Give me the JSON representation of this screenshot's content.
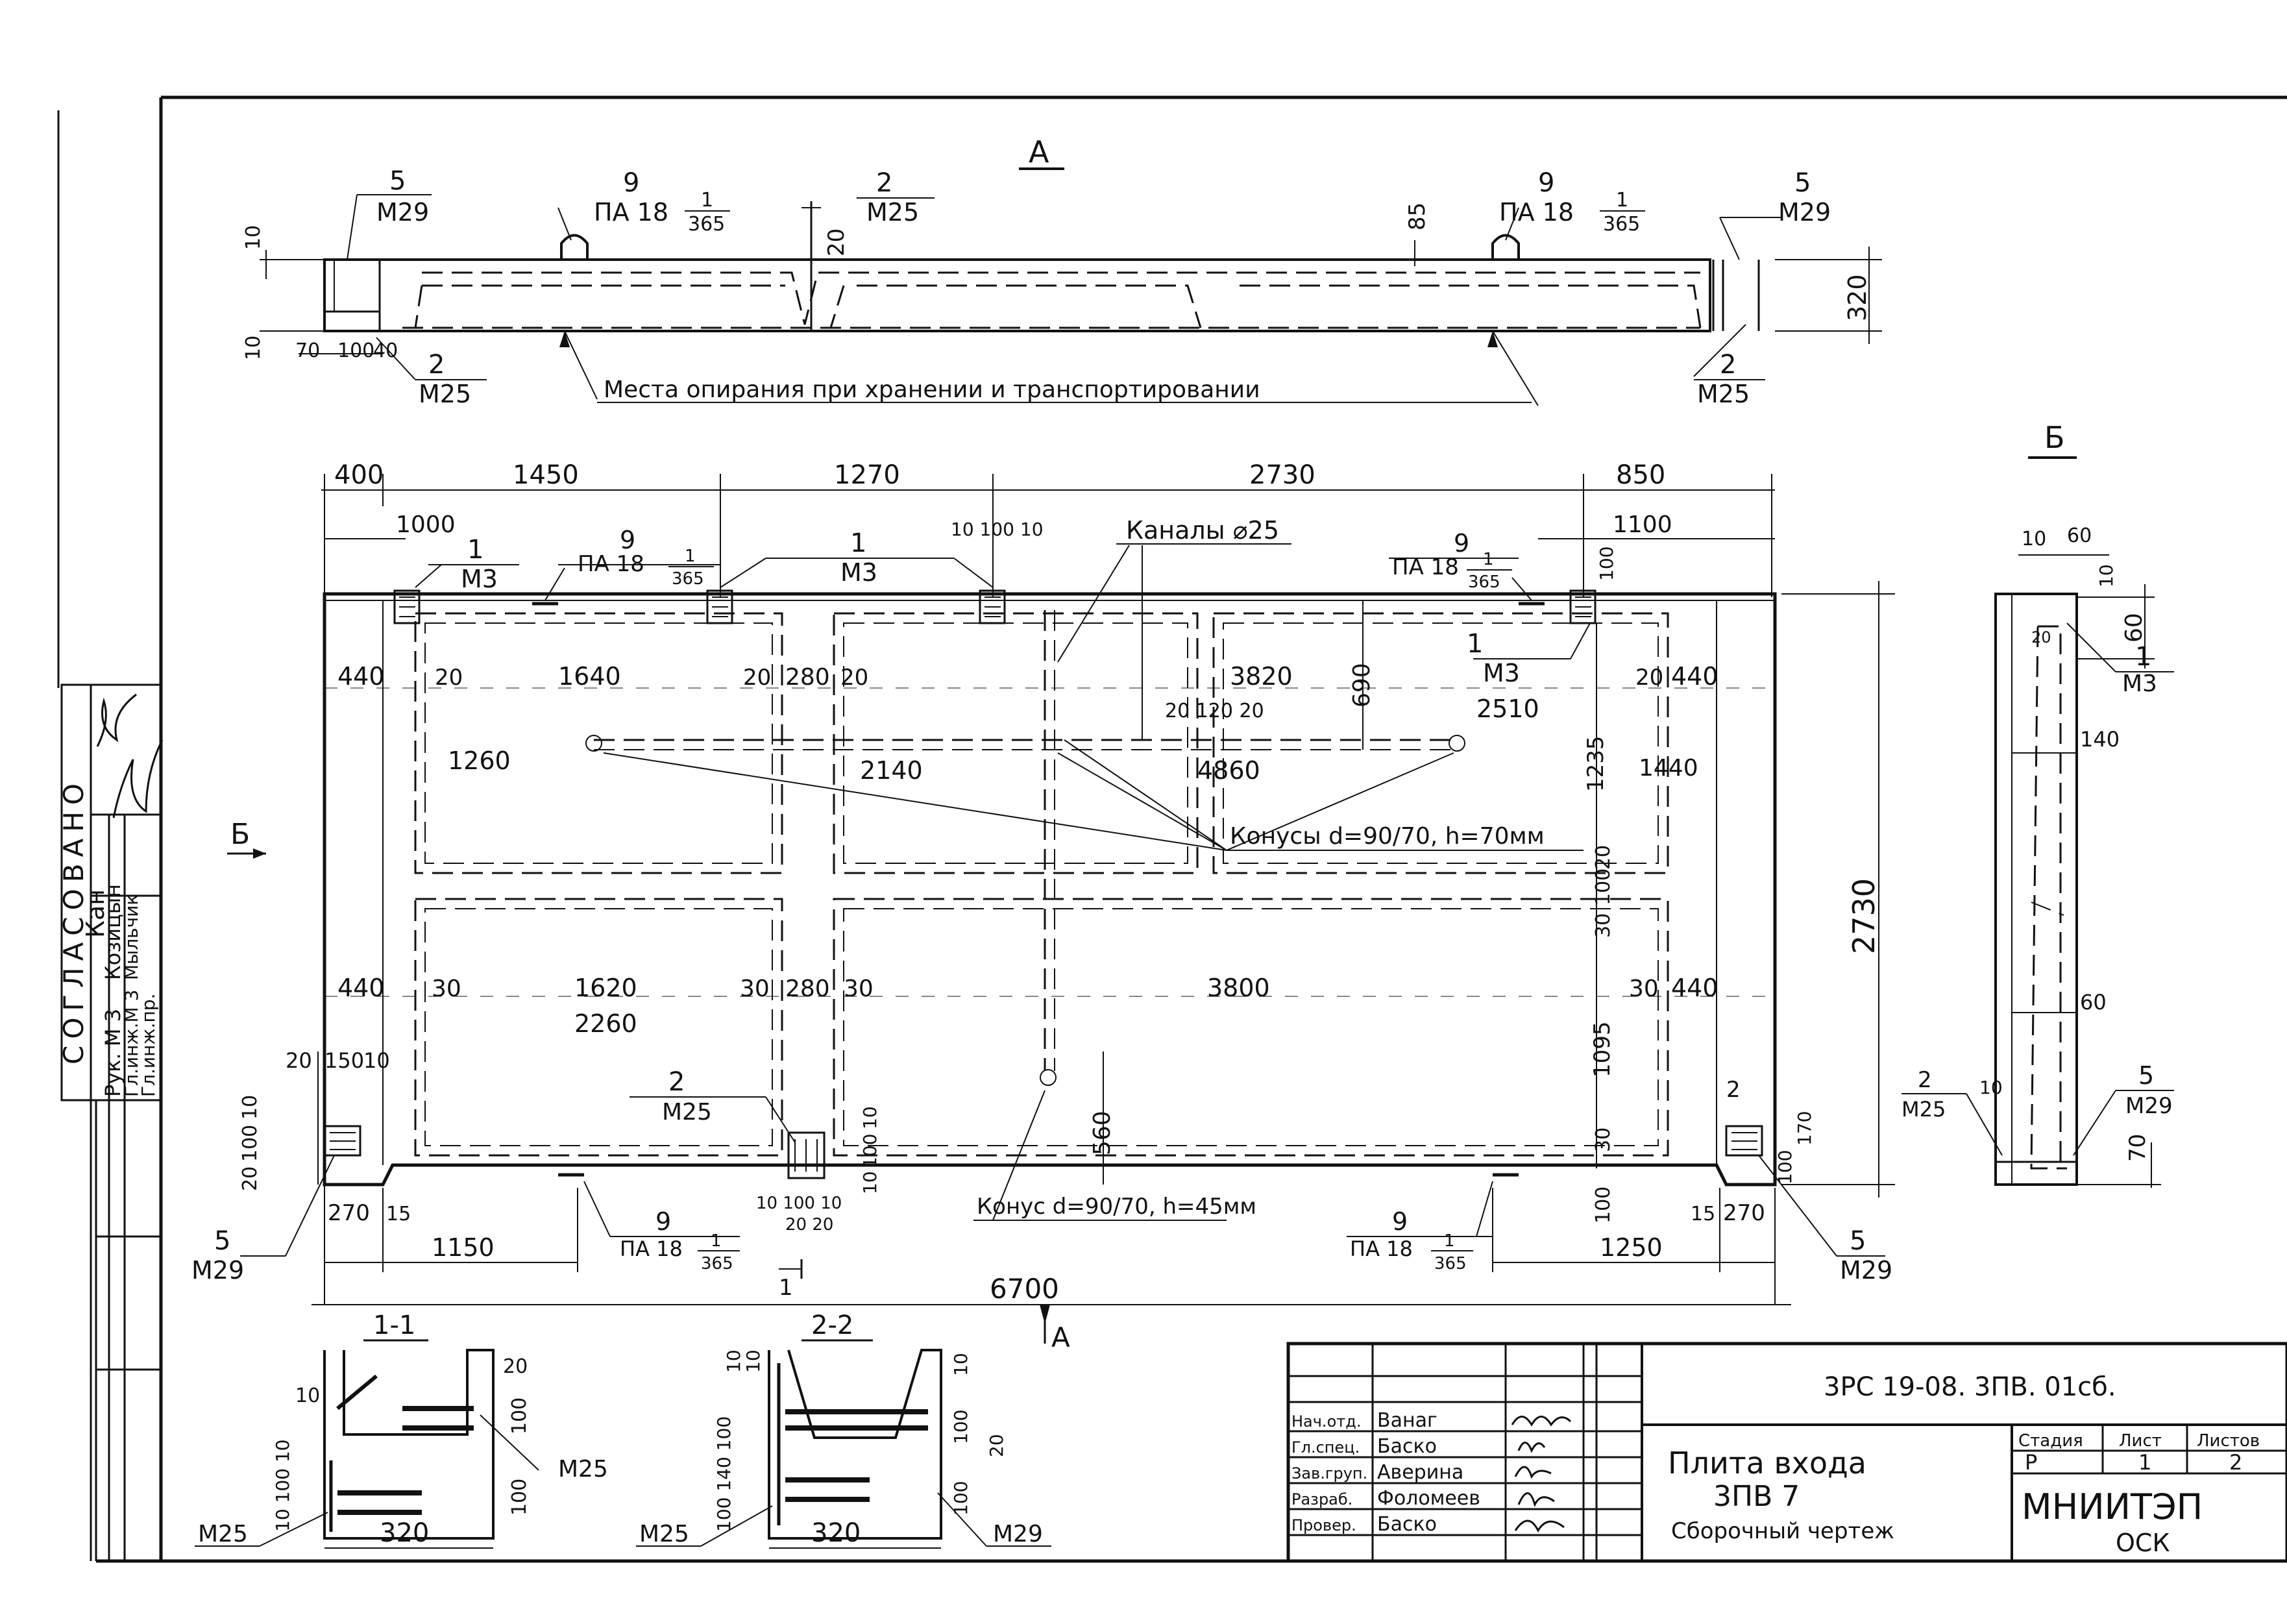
{
  "view_a": {
    "title": "A",
    "mark_5_left": "5",
    "m29_left": "М29",
    "mark_9_left": "9",
    "pa_left": "ПА 18",
    "frac_left_num": "1",
    "frac_left_den": "365",
    "mark_2_top": "2",
    "m25_top": "М25",
    "dim_20": "20",
    "dim_85": "85",
    "mark_9_right": "9",
    "pa_right": "ПА 18",
    "frac_right_num": "1",
    "frac_right_den": "365",
    "mark_5_right": "5",
    "m29_right": "М29",
    "dim_320": "320",
    "dim_10_top": "10",
    "dim_10_bottom": "10",
    "dim_70": "70",
    "dim_100": "100",
    "dim_40": "40",
    "mark_2_bl": "2",
    "m25_bl": "М25",
    "mark_2_br": "2",
    "m25_br": "М25",
    "support_note": "Места опирания при хранении и транспортировании"
  },
  "plan": {
    "top_dims": [
      "400",
      "1450",
      "1270",
      "2730",
      "850"
    ],
    "dim_1000": "1000",
    "dim_1100": "1100",
    "dims_10_100_10": "10 100 10",
    "mark_1_a": "1",
    "m3_a": "М3",
    "mark_9_a": "9",
    "pa_a": "ПА 18",
    "pa_a_num": "1",
    "pa_a_den": "365",
    "mark_1_b": "1",
    "m3_b": "М3",
    "channels": "Каналы ⌀25",
    "mark_9_b": "9",
    "pa_b": "ПА 18",
    "pa_b_num": "1",
    "pa_b_den": "365",
    "dim_100_top": "100",
    "mark_1_c": "1",
    "m3_c": "М3",
    "dim_440_l": "440",
    "dim_20_a": "20",
    "dim_1640": "1640",
    "dim_20_b": "20",
    "dim_280_a": "280",
    "dim_20_c": "20",
    "dim_3820": "3820",
    "dim_690": "690",
    "dim_20_d": "20",
    "dim_440_r": "440",
    "dim_20_120_20": "20 120 20",
    "dim_2510": "2510",
    "dim_1260": "1260",
    "dim_2140": "2140",
    "dim_4860": "4860",
    "dim_1235": "1235",
    "dim_1440": "1440",
    "cones_top": "Конусы d=90/70, h=70мм",
    "dim_20_v": "20",
    "dim_100_v": "100",
    "mark_b_left": "Б",
    "dim_2730_v": "2730",
    "dim_30_v": "30",
    "dim_440_l2": "440",
    "dim_30_a": "30",
    "dim_1620": "1620",
    "dim_2260": "2260",
    "dim_30_b": "30",
    "dim_280_b": "280",
    "dim_30_c": "30",
    "dim_3800": "3800",
    "dim_30_d": "30",
    "dim_440_r2": "440",
    "dim_1095": "1095",
    "mark_2_c": "2",
    "m25_c": "М25",
    "dim_560": "560",
    "dims_left_end": [
      "20",
      "150",
      "10"
    ],
    "dim_10_l": "10",
    "dim_100_l": "100",
    "dim_20_l": "20",
    "dim_10_m": "10",
    "dim_100_m": "100",
    "dim_10_m2": "10",
    "dim_30_lower": "30",
    "dim_170": "170",
    "dim_100_rr": "100",
    "dim_2_arrow": "2",
    "dim_100_low": "100",
    "cone_bottom": "Конус d=90/70, h=45мм",
    "dim_270_l": "270",
    "dim_15_l": "15",
    "dim_10_100_10_b": "10 100 10",
    "dim_20_20": "20 20",
    "dim_15_r": "15",
    "dim_270_r": "270",
    "dim_1150": "1150",
    "dim_1250": "1250",
    "mark_9_c": "9",
    "pa_c": "ПА 18",
    "pa_c_num": "1",
    "pa_c_den": "365",
    "mark_9_d": "9",
    "pa_d": "ПА 18",
    "pa_d_num": "1",
    "pa_d_den": "365",
    "mark_5_bl": "5",
    "m29_bl": "М29",
    "mark_5_br": "5",
    "m29_br": "М29",
    "mark_1_bottom": "1",
    "dim_6700": "6700",
    "mark_a_bottom": "А"
  },
  "view_b": {
    "title": "Б",
    "dim_10": "10",
    "dim_60_top": "60",
    "dim_10_r": "10",
    "dim_60_r": "60",
    "dim_20": "20",
    "mark_1": "1",
    "m3": "М3",
    "dim_140": "140",
    "dim_60_mid": "60",
    "mark_2": "2",
    "m25": "М25",
    "dim_10_low": "10",
    "mark_5": "5",
    "m29": "М29",
    "dim_70": "70"
  },
  "section_1": {
    "title": "1-1",
    "dim_10": "10",
    "dim_10_100_10": "10 100 10",
    "dim_20": "20",
    "dim_100_a": "100",
    "dim_100_b": "100",
    "m25_right": "М25",
    "m25_left": "М25",
    "dim_320": "320"
  },
  "section_2": {
    "title": "2-2",
    "dim_10_a": "10",
    "dim_10_b": "10",
    "dim_100_140_100": "100 140 100",
    "dim_10_c": "10",
    "dim_100_a": "100",
    "dim_100_b": "100",
    "dim_20": "20",
    "m25": "М25",
    "m29": "М29",
    "dim_320": "320"
  },
  "agreed": {
    "title": "СОГЛАСОВАНО",
    "row1": "Кан",
    "row2": "Рук. М 3",
    "row2_name": "Козицын",
    "row3": "Гл.инж.М 3",
    "row3_name": "Мыльчик",
    "row4": "Гл.инж.пр."
  },
  "title_block": {
    "doc_code": "3РС 19-08. 3ПВ. 01сб.",
    "roles": [
      "Нач.отд.",
      "Гл.спец.",
      "Зав.груп.",
      "Разраб.",
      "Провер."
    ],
    "names": [
      "Ванаг",
      "Баско",
      "Аверина",
      "Фоломеев",
      "Баско"
    ],
    "title_line1": "Плита входа",
    "title_line2": "3ПВ 7",
    "title_line3": "Сборочный чертеж",
    "hdr_stage": "Стадия",
    "hdr_sheet": "Лист",
    "hdr_sheets": "Листов",
    "stage": "Р",
    "sheet": "1",
    "sheets": "2",
    "org_line1": "МНИИТЭП",
    "org_line2": "ОСК"
  }
}
